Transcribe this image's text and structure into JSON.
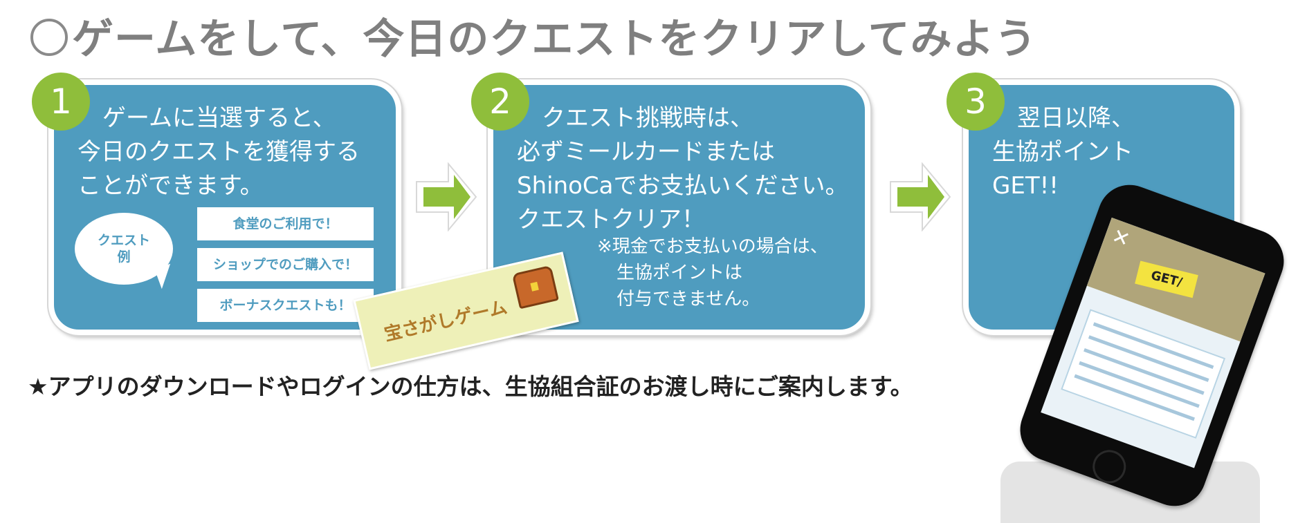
{
  "headline": "ゲームをして、今日のクエストをクリアしてみよう",
  "steps": [
    {
      "number": "1",
      "lines": [
        "ゲームに当選すると、",
        "今日のクエストを獲得する",
        "ことができます。"
      ],
      "example_label": [
        "クエスト",
        "例"
      ],
      "examples": [
        "食堂のご利用で！",
        "ショップでのご購入で！",
        "ボーナスクエストも！"
      ]
    },
    {
      "number": "2",
      "lines": [
        "クエスト挑戦時は、",
        "必ずミールカードまたは",
        "ShinoCaでお支払いください。",
        "クエストクリア！"
      ],
      "note": [
        "※現金でお支払いの場合は、",
        "生協ポイントは",
        "付与できません。"
      ]
    },
    {
      "number": "3",
      "lines": [
        "翌日以降、",
        "生協ポイント",
        "GET!!"
      ]
    }
  ],
  "ticket": {
    "name": "宝さがしゲーム"
  },
  "phone": {
    "badge": "GET/"
  },
  "footnote": "★アプリのダウンロードやログインの仕方は、生協組合証のお渡し時にご案内します。",
  "colors": {
    "panel": "#4f9cbf",
    "badge": "#8fbe3b",
    "headline": "#7f7f7f"
  }
}
